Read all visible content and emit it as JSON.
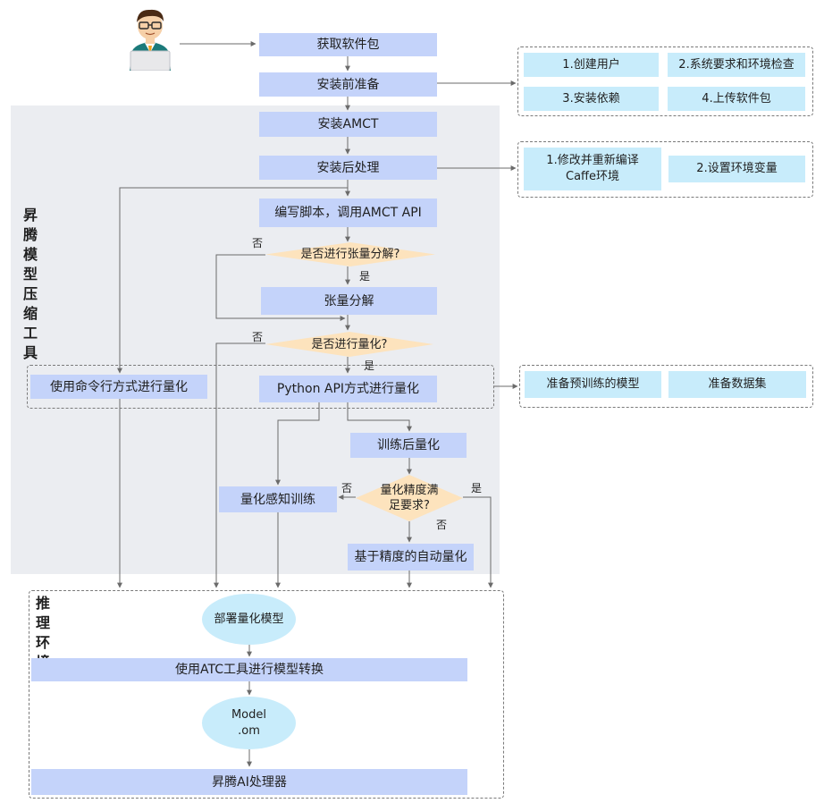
{
  "steps": {
    "get_package": "获取软件包",
    "pre_install": "安装前准备",
    "install_amct": "安装AMCT",
    "post_install": "安装后处理",
    "write_script": "编写脚本，调用AMCT API",
    "tensor_decomp": "张量分解",
    "cli_quant": "使用命令行方式进行量化",
    "python_quant": "Python API方式进行量化",
    "ptq": "训练后量化",
    "qat": "量化感知训练",
    "auto_quant": "基于精度的自动量化",
    "deploy_model": "部署量化模型",
    "atc_convert": "使用ATC工具进行模型转换",
    "model_om": "Model\n.om",
    "ascend_ai": "昇腾AI处理器"
  },
  "decisions": {
    "tensor_decomp_q": "是否进行张量分解?",
    "quant_q": "是否进行量化?",
    "accuracy_q": "量化精度满\n足要求?"
  },
  "edge_labels": {
    "no_tensor": "否",
    "yes_tensor": "是",
    "no_quant": "否",
    "yes_quant": "是",
    "no_accuracy_left": "否",
    "yes_accuracy": "是",
    "no_accuracy_below": "否"
  },
  "pre_install_tasks": [
    "1.创建用户",
    "2.系统要求和环境检查",
    "3.安装依赖",
    "4.上传软件包"
  ],
  "post_install_tasks": [
    "1.修改并重新编译\nCaffe环境",
    "2.设置环境变量"
  ],
  "quant_prep_tasks": [
    "准备预训练的模型",
    "准备数据集"
  ],
  "regions": {
    "tool_label": "昇腾模型压缩工具",
    "inference_label": "推理环境"
  },
  "colors": {
    "process_box": "#c4d3fa",
    "task_box": "#c8ecfb",
    "decision": "#fde3bd",
    "tool_region": "#ebedf1",
    "connector": "#6b6b6b"
  },
  "icons": {
    "user": "user-at-laptop-icon"
  }
}
